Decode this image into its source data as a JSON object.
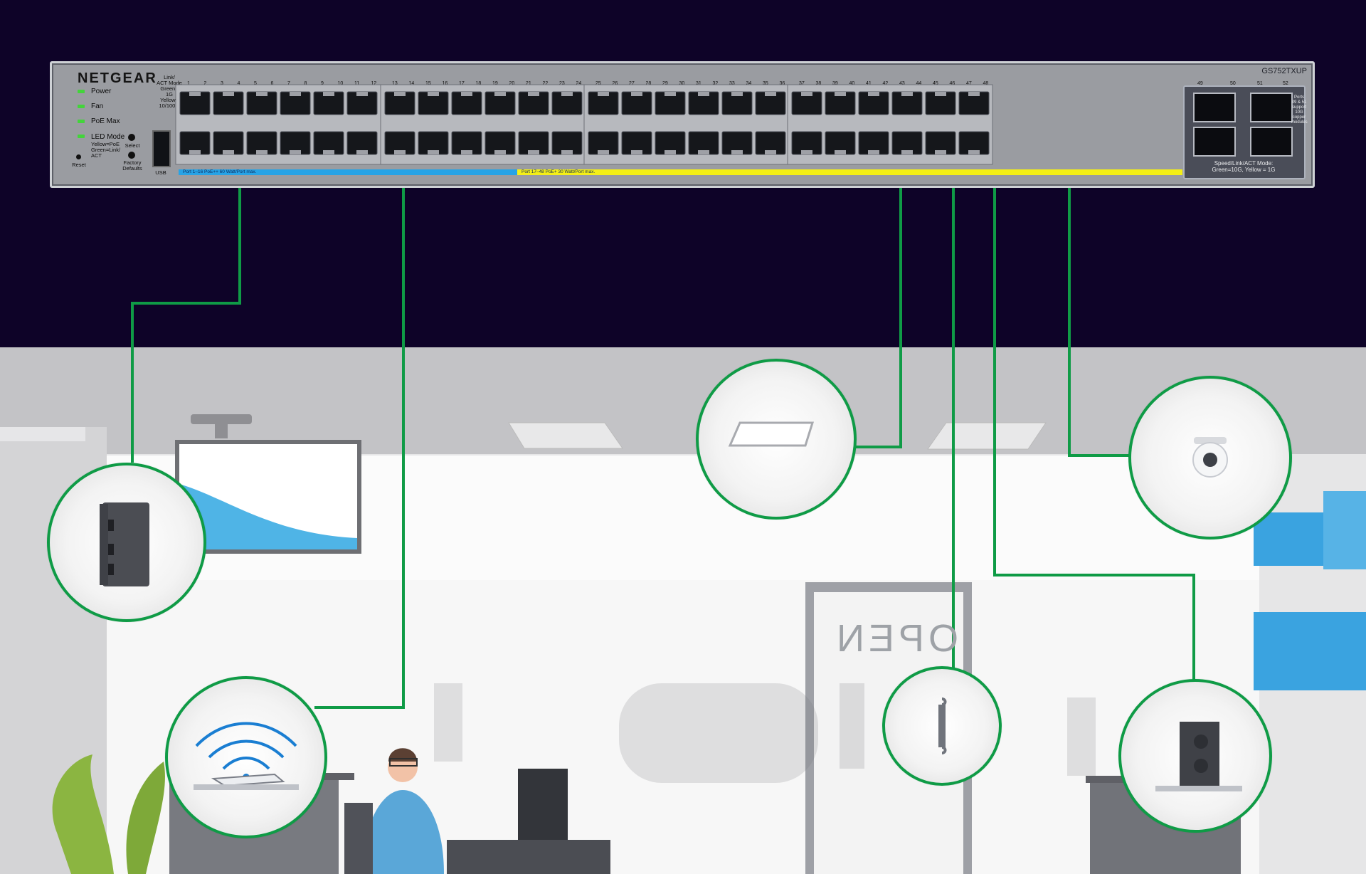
{
  "app": {
    "brand": "NETGEAR",
    "model": "GS752TXUP"
  },
  "switch": {
    "left_labels": {
      "link": "Link/",
      "act_mode": "ACT Mode",
      "green": "Green=",
      "one_g": "1G",
      "yellow": "Yellow=",
      "ten_hundred": "10/100M"
    },
    "status_leds": [
      "Power",
      "Fan",
      "PoE Max",
      "LED Mode"
    ],
    "led_mode_detail": [
      "Yellow=PoE",
      "Green=Link/",
      "ACT"
    ],
    "controls": [
      "Reset",
      "Select",
      "Factory",
      "Defaults"
    ],
    "usb_label": "USB",
    "port_numbers": [
      "1",
      "2",
      "3",
      "4",
      "5",
      "6",
      "7",
      "8",
      "9",
      "10",
      "11",
      "12",
      "13",
      "14",
      "15",
      "16",
      "17",
      "18",
      "19",
      "20",
      "21",
      "22",
      "23",
      "24",
      "25",
      "26",
      "27",
      "28",
      "29",
      "30",
      "31",
      "32",
      "33",
      "34",
      "35",
      "36",
      "37",
      "38",
      "39",
      "40",
      "41",
      "42",
      "43",
      "44",
      "45",
      "46",
      "47",
      "48",
      "49",
      "50",
      "51",
      "52"
    ],
    "poe_blue_text": "Port 1–16 PoE++ 60 Watt/Port max.",
    "poe_yellow_text": "Port 17–48 PoE+ 30 Watt/Port max.",
    "sfp_top_note": [
      "Ports",
      "49 & 51",
      "support",
      "10G",
      "copper",
      "modules"
    ],
    "sfp_bottom_note": [
      "Speed/Link/ACT Mode:",
      "Green=10G, Yellow = 1G"
    ],
    "accent_colors": {
      "blue": "#27a3e6",
      "yellow": "#f4ef17",
      "led_green": "#43d43b",
      "connector_green": "#0f9b46"
    }
  },
  "scene": {
    "door_text": "OPEN",
    "devices": [
      {
        "name": "wall-access-point-icon"
      },
      {
        "name": "wireless-router-icon"
      },
      {
        "name": "ceiling-light-icon"
      },
      {
        "name": "door-handle-icon"
      },
      {
        "name": "security-camera-icon"
      },
      {
        "name": "desktop-speaker-icon"
      }
    ]
  }
}
